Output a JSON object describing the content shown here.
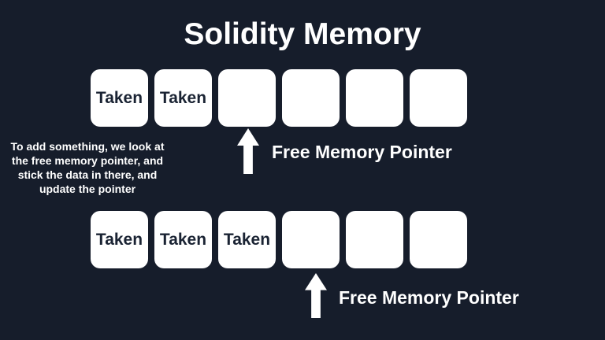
{
  "title": "Solidity Memory",
  "note": {
    "lines": [
      "To add something, we look at",
      "the free memory pointer, and",
      "stick the data in there, and",
      "update the pointer"
    ]
  },
  "rows": [
    {
      "cells": [
        "Taken",
        "Taken",
        "",
        "",
        "",
        ""
      ],
      "pointer_label": "Free Memory Pointer",
      "pointer_cell_index": 2
    },
    {
      "cells": [
        "Taken",
        "Taken",
        "Taken",
        "",
        "",
        ""
      ],
      "pointer_label": "Free Memory Pointer",
      "pointer_cell_index": 3
    }
  ],
  "icons": {
    "pointer_arrow": "up-block-arrow"
  },
  "colors": {
    "background": "#161d2b",
    "cell_background": "#ffffff",
    "cell_text": "#1a2333",
    "text": "#ffffff"
  }
}
